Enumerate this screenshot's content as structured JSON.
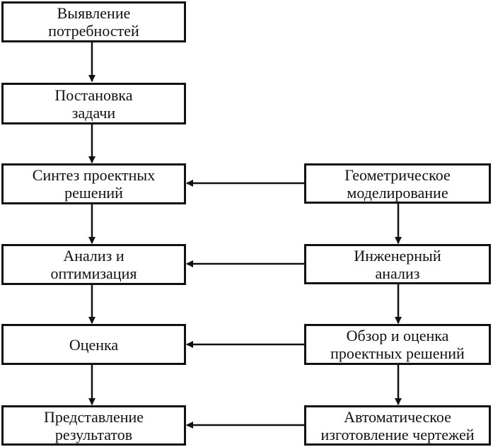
{
  "left_column": [
    {
      "id": "needs",
      "label": "Выявление\nпотребностей"
    },
    {
      "id": "problem",
      "label": "Постановка\nзадачи"
    },
    {
      "id": "synthesis",
      "label": "Синтез проектных\nрешений"
    },
    {
      "id": "analysis",
      "label": "Анализ и\nоптимизация"
    },
    {
      "id": "evaluation",
      "label": "Оценка"
    },
    {
      "id": "presentation",
      "label": "Представление\nрезультатов"
    }
  ],
  "right_column": [
    {
      "id": "geometric",
      "label": "Геометрическое\nмоделирование"
    },
    {
      "id": "engineering",
      "label": "Инженерный\nанализ"
    },
    {
      "id": "review",
      "label": "Обзор и оценка\nпроектных решений"
    },
    {
      "id": "drafting",
      "label": "Автоматическое\nизготовление чертежей"
    }
  ],
  "colors": {
    "line": "#111111",
    "background": "#ffffff"
  }
}
